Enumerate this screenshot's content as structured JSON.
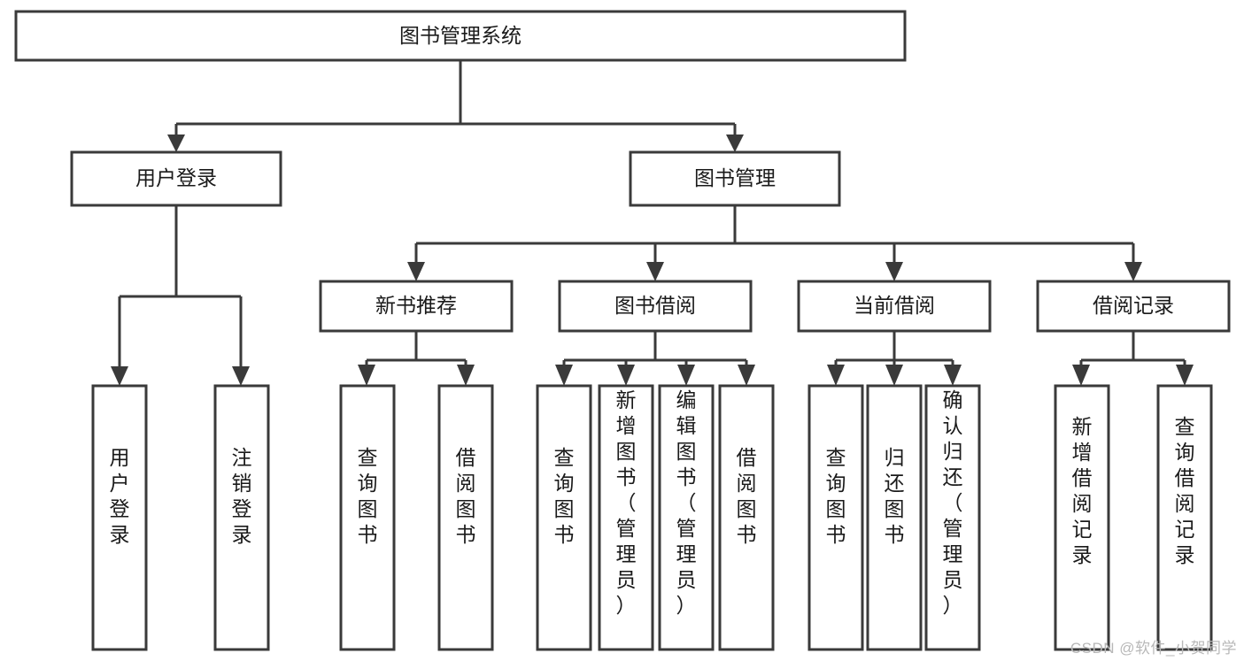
{
  "diagram": {
    "type": "tree",
    "title": "图书管理系统",
    "watermark": "CSDN @软件_小贺同学",
    "colors": {
      "stroke": "#3a3a3a",
      "box_fill": "#ffffff",
      "text": "#1a1a1a",
      "background": "#ffffff",
      "watermark": "#b8b8b8"
    },
    "nodes": {
      "root": {
        "label": "图书管理系统",
        "orientation": "horizontal"
      },
      "level2": [
        {
          "id": "user-login",
          "label": "用户登录",
          "orientation": "horizontal"
        },
        {
          "id": "book-manage",
          "label": "图书管理",
          "orientation": "horizontal"
        }
      ],
      "level3": [
        {
          "id": "new-book-rec",
          "label": "新书推荐",
          "orientation": "horizontal"
        },
        {
          "id": "book-borrow",
          "label": "图书借阅",
          "orientation": "horizontal"
        },
        {
          "id": "current-borrow",
          "label": "当前借阅",
          "orientation": "horizontal"
        },
        {
          "id": "borrow-record",
          "label": "借阅记录",
          "orientation": "horizontal"
        }
      ],
      "leaves": [
        {
          "id": "leaf-user-login",
          "parent": "user-login",
          "label": "用户登录",
          "orientation": "vertical"
        },
        {
          "id": "leaf-logout-login",
          "parent": "user-login",
          "label": "注销登录",
          "orientation": "vertical"
        },
        {
          "id": "leaf-query-book-1",
          "parent": "new-book-rec",
          "label": "查询图书",
          "orientation": "vertical"
        },
        {
          "id": "leaf-borrow-book-1",
          "parent": "new-book-rec",
          "label": "借阅图书",
          "orientation": "vertical"
        },
        {
          "id": "leaf-query-book-2",
          "parent": "book-borrow",
          "label": "查询图书",
          "orientation": "vertical"
        },
        {
          "id": "leaf-add-book",
          "parent": "book-borrow",
          "label": "新增图书（管理员）",
          "orientation": "vertical"
        },
        {
          "id": "leaf-edit-book",
          "parent": "book-borrow",
          "label": "编辑图书（管理员）",
          "orientation": "vertical"
        },
        {
          "id": "leaf-borrow-book-2",
          "parent": "book-borrow",
          "label": "借阅图书",
          "orientation": "vertical"
        },
        {
          "id": "leaf-query-book-3",
          "parent": "current-borrow",
          "label": "查询图书",
          "orientation": "vertical"
        },
        {
          "id": "leaf-return-book",
          "parent": "current-borrow",
          "label": "归还图书",
          "orientation": "vertical"
        },
        {
          "id": "leaf-confirm-return",
          "parent": "current-borrow",
          "label": "确认归还（管理员）",
          "orientation": "vertical"
        },
        {
          "id": "leaf-add-record",
          "parent": "borrow-record",
          "label": "新增借阅记录",
          "orientation": "vertical"
        },
        {
          "id": "leaf-query-record",
          "parent": "borrow-record",
          "label": "查询借阅记录",
          "orientation": "vertical"
        }
      ]
    }
  }
}
